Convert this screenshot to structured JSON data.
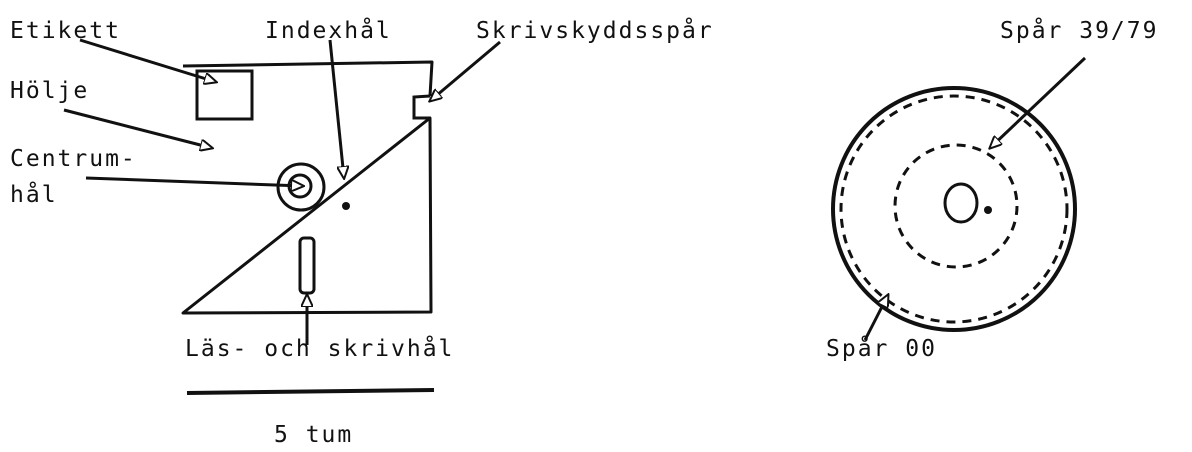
{
  "floppy": {
    "labels": {
      "label_area": "Etikett",
      "index_hole": "Indexhål",
      "write_protect": "Skrivskyddsspår",
      "jacket": "Hölje",
      "center_hole_line1": "Centrum-",
      "center_hole_line2": "hål",
      "read_write_slot": "Läs- och skrivhål",
      "scale": "5 tum"
    }
  },
  "disk": {
    "labels": {
      "inner_track": "Spår 39/79",
      "outer_track": "Spår 00"
    }
  },
  "colors": {
    "ink": "#111111",
    "background": "#ffffff"
  }
}
